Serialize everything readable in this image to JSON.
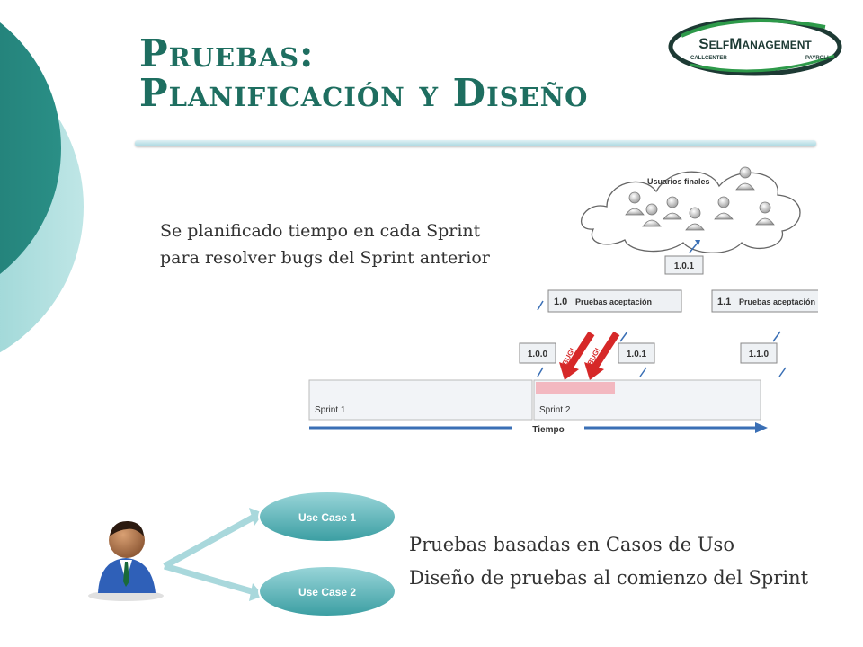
{
  "slide": {
    "title_line1": "Pruebas:",
    "title_line2": "Planificación y Diseño",
    "text_block1": [
      "Se planificado tiempo en cada Sprint",
      "para resolver bugs del Sprint anterior"
    ],
    "text_block2": [
      "Pruebas basadas en Casos de Uso",
      "Diseño de pruebas al comienzo del Sprint"
    ]
  },
  "logo": {
    "name": "SelfManagement",
    "sub_left": "CALLCENTER",
    "sub_right": "PAYROLL"
  },
  "timeline": {
    "cloud_label": "Usuarios finales",
    "release_top": "1.0.1",
    "acceptance": [
      {
        "version": "1.0",
        "label": "Pruebas aceptación"
      },
      {
        "version": "1.1",
        "label": "Pruebas aceptación"
      }
    ],
    "builds": [
      "1.0.0",
      "1.0.1",
      "1.1.0"
    ],
    "bug_labels": [
      "BUG!",
      "BUG!"
    ],
    "sprints": [
      "Sprint 1",
      "Sprint 2"
    ],
    "axis_label": "Tiempo"
  },
  "usecases": [
    "Use Case 1",
    "Use Case 2"
  ],
  "colors": {
    "title": "#1e6e60",
    "teal_dark": "#17706a",
    "teal_light": "#8fd0d0",
    "bug_red": "#d62828"
  }
}
